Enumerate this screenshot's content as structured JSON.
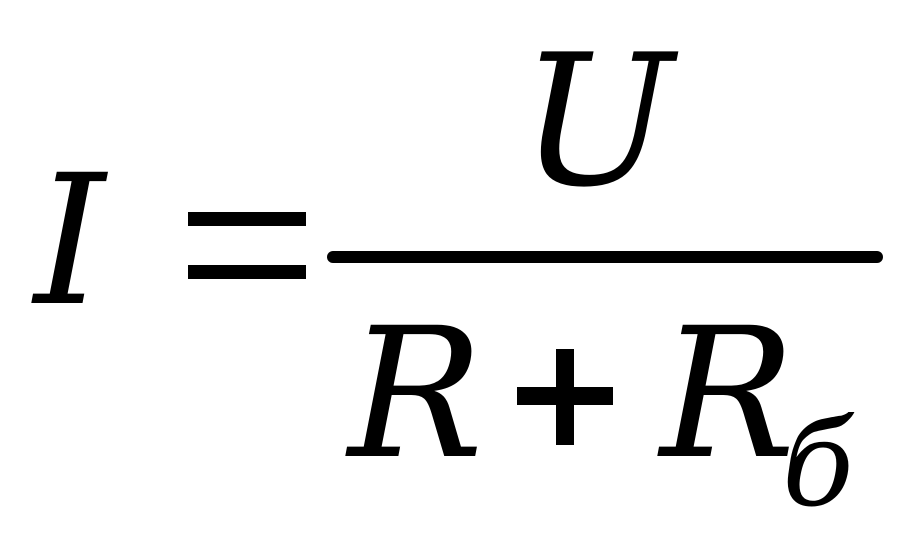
{
  "formula": {
    "lhs": "I",
    "equals": "=",
    "numerator": "U",
    "denominator": {
      "term1": "R",
      "operator": "+",
      "term2": "R",
      "term2_subscript": "б"
    }
  }
}
